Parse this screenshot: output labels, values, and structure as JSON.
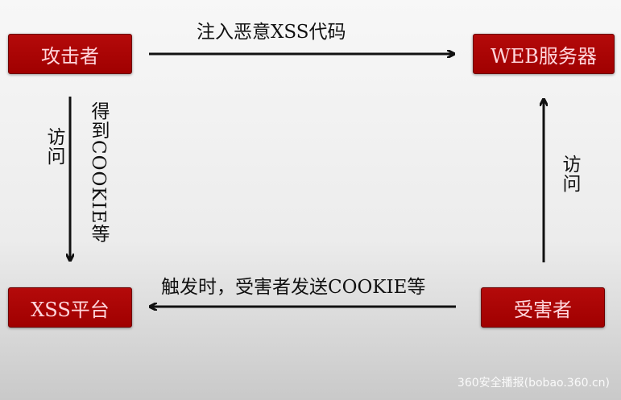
{
  "nodes": {
    "attacker": "攻击者",
    "web_server": "WEB服务器",
    "xss_platform": "XSS平台",
    "victim": "受害者"
  },
  "edges": {
    "inject": "注入恶意XSS代码",
    "visit_left": "访问",
    "get_cookie": "得到COOKIE等",
    "visit_right": "访问",
    "send_cookie": "触发时，受害者发送COOKIE等"
  },
  "watermark": "360安全播报(bobao.360.cn)",
  "colors": {
    "box": "#a80000",
    "box_text": "#ffd6dc",
    "arrow": "#111111"
  }
}
